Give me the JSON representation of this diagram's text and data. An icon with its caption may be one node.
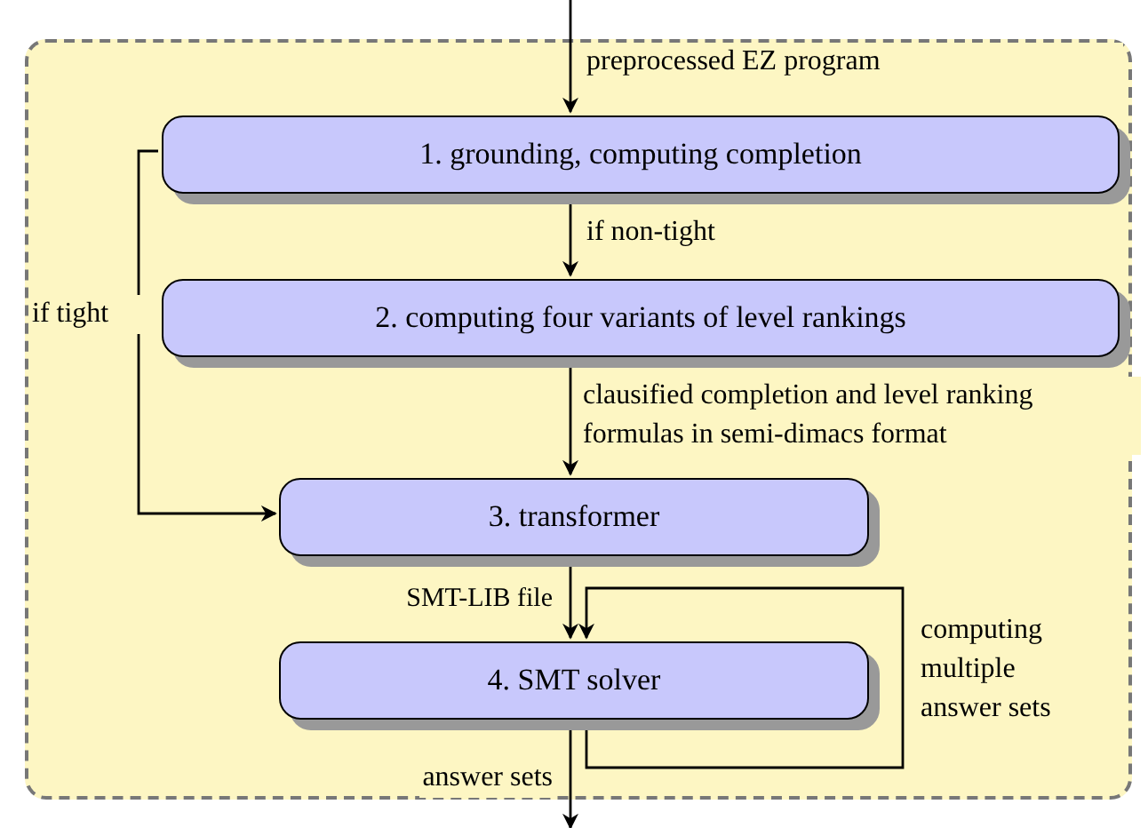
{
  "diagram": {
    "nodes": [
      {
        "text": [],
        "shape": "box"
      },
      {
        "text": [
          "1. grounding, computing completion"
        ],
        "in": 0
      },
      {
        "text": [
          "2. computing four variants of level rankings"
        ],
        "in": 0
      },
      {
        "text": [
          "3. transformer"
        ],
        "in": 0
      },
      {
        "text": [
          "4. SMT solver"
        ],
        "in": 0
      }
    ],
    "edges": [
      {
        "from": null,
        "to": 1,
        "arrow": "to",
        "label": "preprocessed EZ program"
      },
      {
        "from": 1,
        "to": 2,
        "arrow": "to",
        "label": "if non-tight"
      },
      {
        "from": 2,
        "to": 3,
        "arrow": "to",
        "label": "clausified completion and level ranking formulas in semi-dimacs format"
      },
      {
        "from": 1,
        "to": 3,
        "arrow": "to",
        "label": "if tight"
      },
      {
        "from": 3,
        "to": 4,
        "arrow": "to",
        "label": "SMT-LIB file"
      },
      {
        "from": 4,
        "to": null,
        "arrow": "to",
        "label": "answer sets"
      },
      {
        "from": 4,
        "to": 4,
        "arrow": "to",
        "label": "computing multiple answer sets"
      }
    ]
  }
}
